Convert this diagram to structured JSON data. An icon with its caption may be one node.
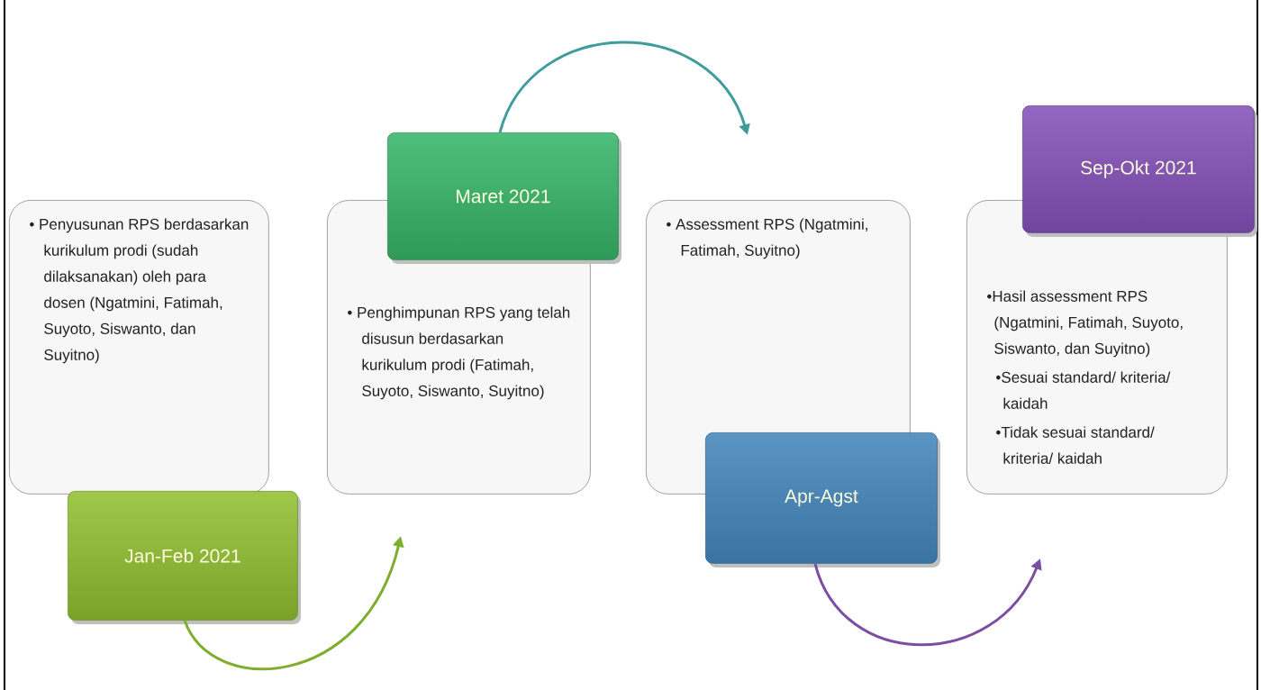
{
  "diagram": {
    "nodes": [
      {
        "text": [
          "• Penyusunan RPS berdasarkan kurikulum prodi (sudah dilaksanakan) oleh para dosen (Ngatmini, Fatimah, Suyoto, Siswanto, dan Suyitno)"
        ]
      },
      {
        "text": [
          "Jan-Feb 2021"
        ]
      },
      {
        "text": [
          "• Penghimpunan RPS yang telah disusun berdasarkan kurikulum prodi (Fatimah, Suyoto, Siswanto, Suyitno)"
        ]
      },
      {
        "text": [
          "Maret 2021"
        ]
      },
      {
        "text": [
          "• Assessment RPS (Ngatmini, Fatimah, Suyitno)"
        ]
      },
      {
        "text": [
          "Apr-Agst"
        ]
      },
      {
        "text": [
          "•Hasil assessment RPS (Ngatmini, Fatimah, Suyoto, Siswanto, dan Suyitno)",
          "•Sesuai standard/ kriteria/ kaidah",
          "•Tidak sesuai standard/ kriteria/ kaidah"
        ]
      },
      {
        "text": [
          "Sep-Okt 2021"
        ]
      }
    ],
    "edges": [
      {
        "from": 1,
        "to": null,
        "arrow": "to",
        "color": "#7fae2f"
      },
      {
        "from": 3,
        "to": null,
        "arrow": "to",
        "color": "#3e9c9c"
      },
      {
        "from": 5,
        "to": null,
        "arrow": "to",
        "color": "#7a4ea3"
      }
    ]
  }
}
